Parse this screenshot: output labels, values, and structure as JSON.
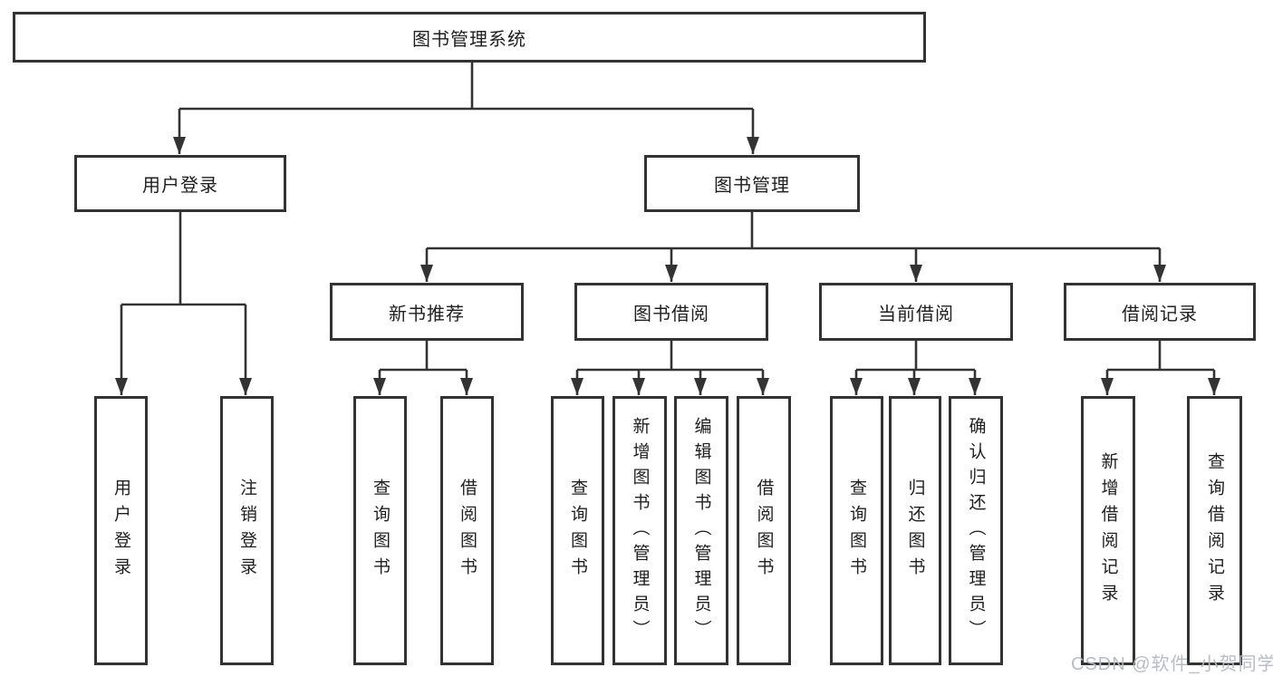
{
  "colors": {
    "line": "#333333",
    "border": "#333333",
    "text": "#1f1f1f",
    "box_bg": "#ffffff",
    "watermark_text": "#b5bac1"
  },
  "watermark": "CSDN @软件_小贺同学",
  "tree": {
    "root": {
      "label": "图书管理系统"
    },
    "branches": [
      {
        "label": "用户登录",
        "children": [
          {
            "label": "用户登录"
          },
          {
            "label": "注销登录"
          }
        ]
      },
      {
        "label": "图书管理",
        "groups": [
          {
            "label": "新书推荐",
            "children": [
              {
                "label": "查询图书"
              },
              {
                "label": "借阅图书"
              }
            ]
          },
          {
            "label": "图书借阅",
            "children": [
              {
                "label": "查询图书"
              },
              {
                "label": "新增图书（管理员）"
              },
              {
                "label": "编辑图书（管理员）"
              },
              {
                "label": "借阅图书"
              }
            ]
          },
          {
            "label": "当前借阅",
            "children": [
              {
                "label": "查询图书"
              },
              {
                "label": "归还图书"
              },
              {
                "label": "确认归还（管理员）"
              }
            ]
          },
          {
            "label": "借阅记录",
            "children": [
              {
                "label": "新增借阅记录"
              },
              {
                "label": "查询借阅记录"
              }
            ]
          }
        ]
      }
    ]
  }
}
